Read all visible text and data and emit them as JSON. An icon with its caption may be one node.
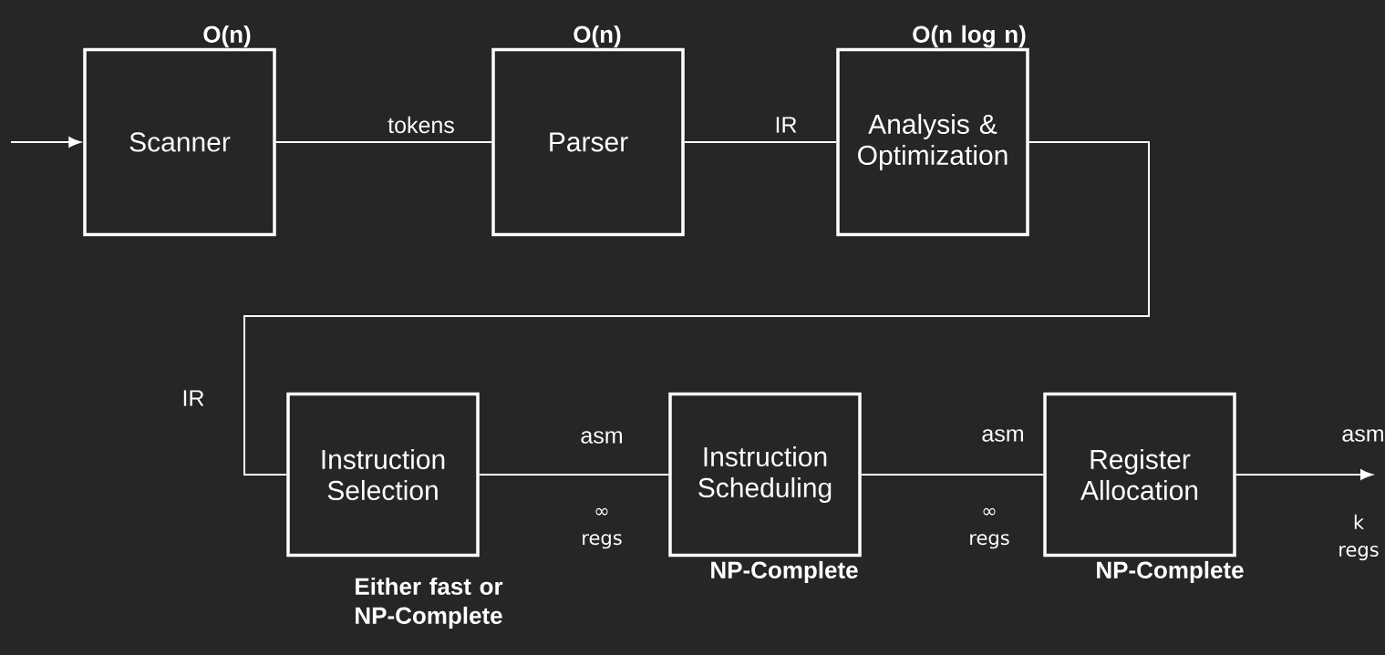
{
  "diagram": {
    "nodes": [
      {
        "text": [
          "Scanner"
        ],
        "beside": [
          "O(n)"
        ]
      },
      {
        "text": [
          "Parser"
        ],
        "beside": [
          "O(n)"
        ]
      },
      {
        "text": [
          "Analysis & Optimization"
        ],
        "beside": [
          "O(n log n)"
        ]
      },
      {
        "text": [
          "Instruction Selection"
        ],
        "beside": [
          "Either fast or NP-Complete"
        ]
      },
      {
        "text": [
          "Instruction Scheduling"
        ],
        "beside": [
          "NP-Complete"
        ]
      },
      {
        "text": [
          "Register Allocation"
        ],
        "beside": [
          "NP-Complete"
        ]
      }
    ],
    "edges": [
      {
        "from": null,
        "to": 0,
        "arrow": "to"
      },
      {
        "from": 0,
        "to": 1,
        "arrow": "none",
        "label": "tokens"
      },
      {
        "from": 1,
        "to": 2,
        "arrow": "none",
        "label": "IR"
      },
      {
        "from": 2,
        "to": 3,
        "arrow": "none",
        "label": "IR"
      },
      {
        "from": 3,
        "to": 4,
        "arrow": "none",
        "label": "asm"
      },
      {
        "from": 4,
        "to": 5,
        "arrow": "none",
        "label": "asm"
      },
      {
        "from": 5,
        "to": null,
        "arrow": "to",
        "label": "asm"
      }
    ],
    "labels": [
      "∞ regs",
      "∞ regs",
      "k regs"
    ]
  }
}
